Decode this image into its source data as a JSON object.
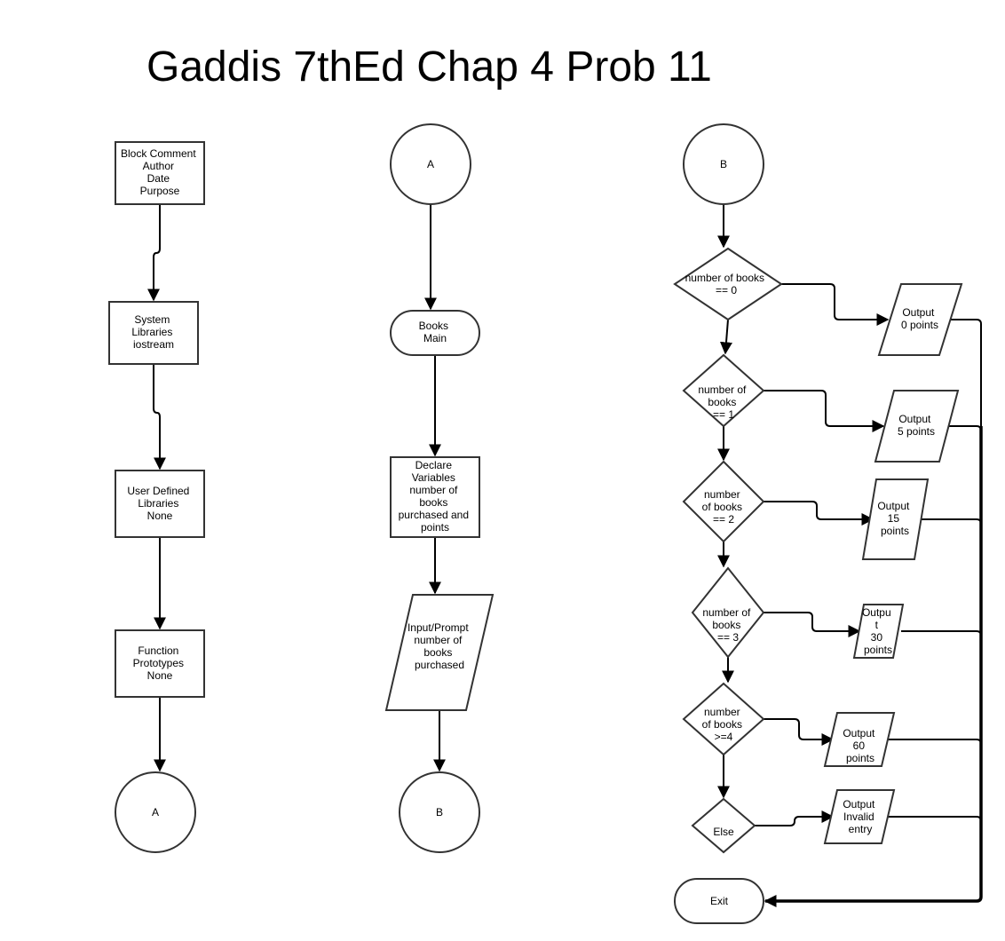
{
  "title": "Gaddis 7thEd Chap 4 Prob 11",
  "column1": {
    "block_comment": [
      "Block Comment",
      "Author",
      "Date",
      "Purpose"
    ],
    "system_libraries": [
      "System",
      "Libraries",
      "iostream"
    ],
    "user_libraries": [
      "User Defined",
      "Libraries",
      "None"
    ],
    "function_prototypes": [
      "Function",
      "Prototypes",
      "None"
    ],
    "connector_out": "A"
  },
  "column2": {
    "connector_in": "A",
    "main": [
      "Books",
      "Main"
    ],
    "declare": [
      "Declare",
      "Variables",
      "number of",
      "books",
      "purchased and",
      "points"
    ],
    "input": [
      "Input/Prompt",
      "number of",
      "books",
      "purchased"
    ],
    "connector_out": "B"
  },
  "column3": {
    "connector_in": "B",
    "decisions": [
      [
        "number of books",
        "== 0"
      ],
      [
        "number of",
        "books",
        "== 1"
      ],
      [
        "number",
        "of books",
        "== 2"
      ],
      [
        "number of",
        "books",
        "== 3"
      ],
      [
        "number",
        "of books",
        ">=4"
      ],
      [
        "Else"
      ]
    ],
    "outputs": [
      [
        "Output",
        "0 points"
      ],
      [
        "Output",
        "5 points"
      ],
      [
        "Output",
        "15",
        "points"
      ],
      [
        "Outpu",
        "t",
        "30",
        "points"
      ],
      [
        "Output",
        "60",
        "points"
      ],
      [
        "Output",
        "Invalid",
        "entry"
      ]
    ],
    "exit": "Exit"
  }
}
